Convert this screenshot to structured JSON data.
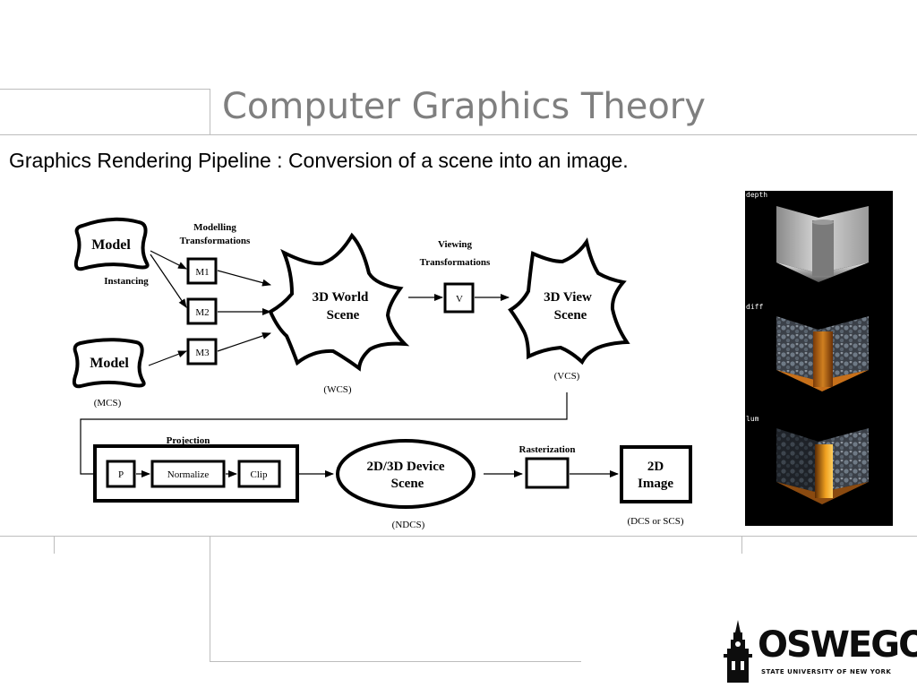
{
  "slide": {
    "title": "Computer Graphics Theory",
    "subtitle": "Graphics Rendering Pipeline : Conversion of a scene into an image."
  },
  "diagram": {
    "model_top": "Model",
    "model_bottom": "Model",
    "modelling_line1": "Modelling",
    "modelling_line2": "Transformations",
    "instancing": "Instancing",
    "m1": "M1",
    "m2": "M2",
    "m3": "M3",
    "mcs": "(MCS)",
    "world_line1": "3D World",
    "world_line2": "Scene",
    "wcs": "(WCS)",
    "viewing_line1": "Viewing",
    "viewing_line2": "Transformations",
    "v": "V",
    "view_line1": "3D View",
    "view_line2": "Scene",
    "vcs": "(VCS)",
    "projection": "Projection",
    "p": "P",
    "normalize": "Normalize",
    "clip": "Clip",
    "device_line1": "2D/3D Device",
    "device_line2": "Scene",
    "ndcs": "(NDCS)",
    "rasterization": "Rasterization",
    "image_line1": "2D",
    "image_line2": "Image",
    "dcs": "(DCS or SCS)"
  },
  "render_panel": {
    "labels": [
      "depth",
      "diff",
      "lum"
    ]
  },
  "logo": {
    "name": "OSWEGO",
    "tagline": "STATE UNIVERSITY OF NEW YORK"
  }
}
